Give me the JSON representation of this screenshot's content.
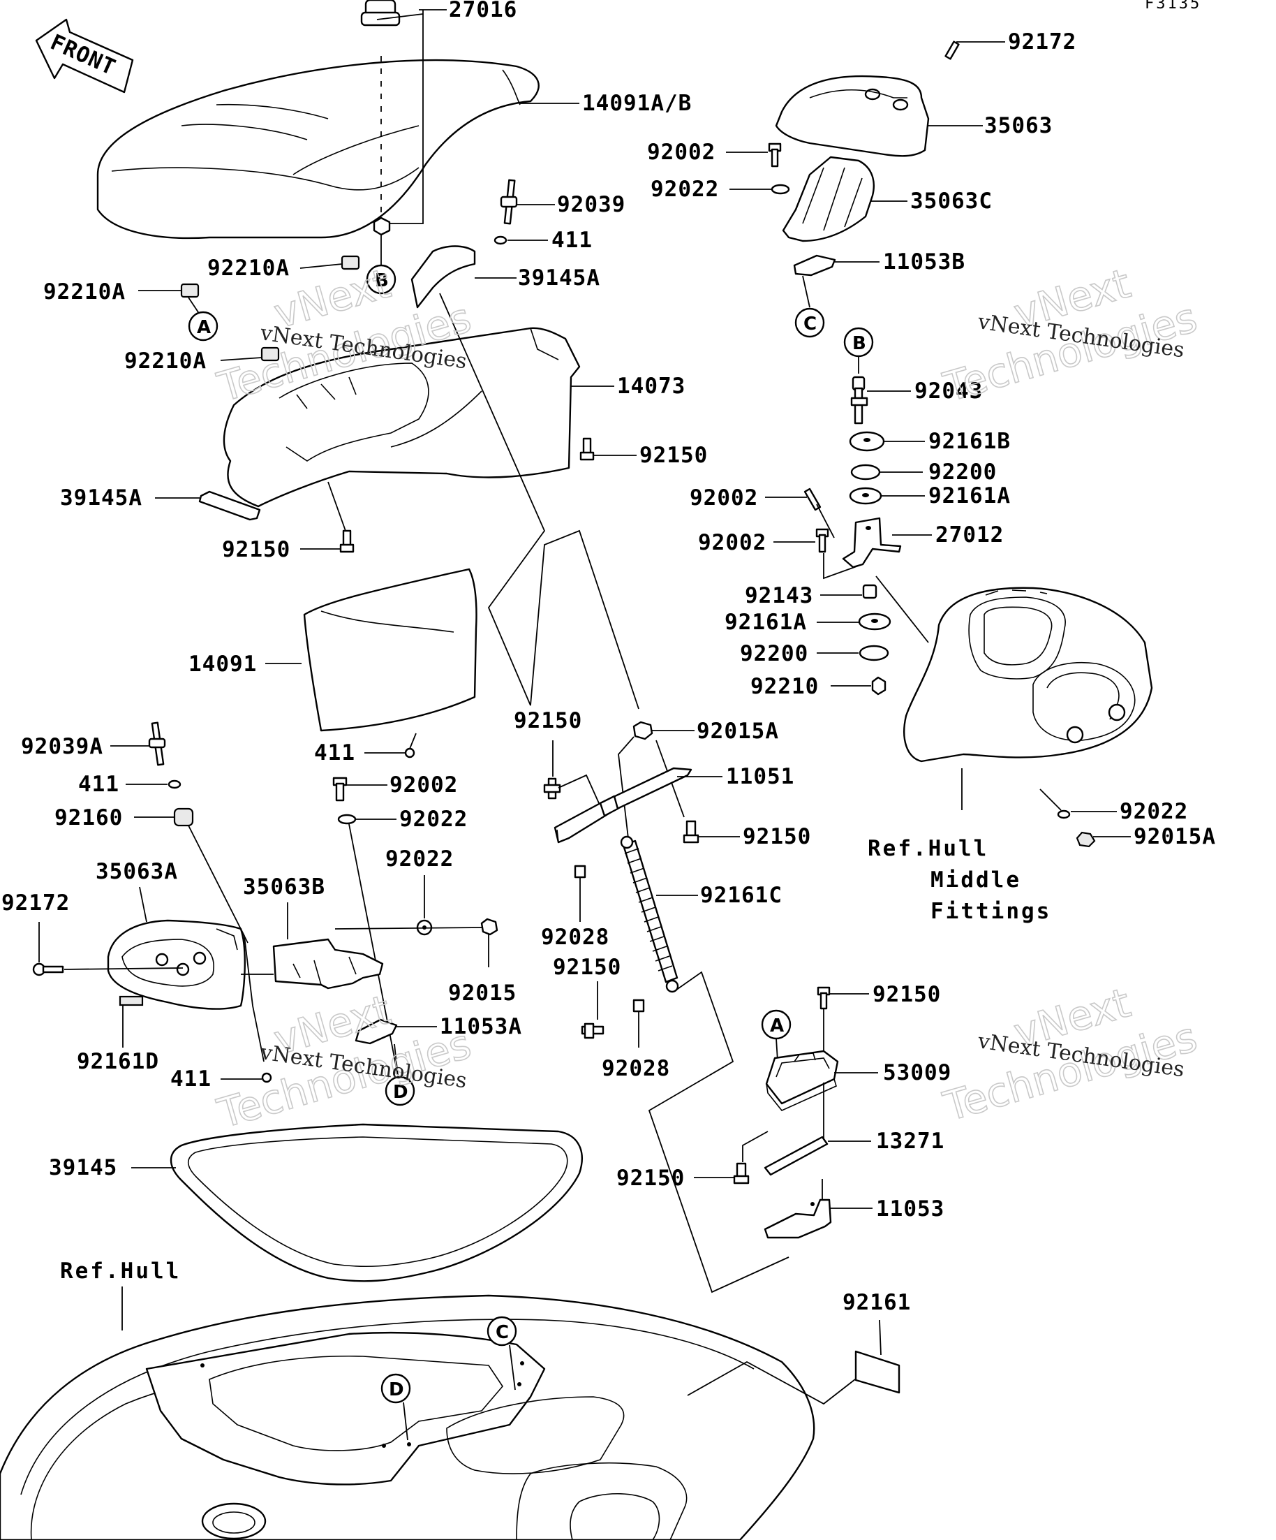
{
  "diagram": {
    "code": "F3135",
    "front_label": "FRONT",
    "watermark": {
      "line1": "vNext Technologies",
      "outline1": "vNext",
      "outline2": "Technologies"
    },
    "refs": {
      "hull": "Ref.Hull",
      "middle_1": "Ref.Hull",
      "middle_2": "Middle",
      "middle_3": "Fittings"
    },
    "callouts": {
      "a": "A",
      "b": "B",
      "c": "C",
      "d": "D"
    },
    "parts": {
      "p27016": "27016",
      "p14091ab": "14091A/B",
      "p92039": "92039",
      "p411_top": "411",
      "p39145a_top": "39145A",
      "p92210a_1": "92210A",
      "p92210a_2": "92210A",
      "p92210a_3": "92210A",
      "p14073": "14073",
      "p92150_a": "92150",
      "p39145a_bot": "39145A",
      "p92150_b": "92150",
      "p14091": "14091",
      "p411_mid": "411",
      "p92172_top": "92172",
      "p35063": "35063",
      "p92002_a": "92002",
      "p92022_a": "92022",
      "p35063c": "35063C",
      "p11053b": "11053B",
      "p92043": "92043",
      "p92161b": "92161B",
      "p92200_a": "92200",
      "p92161a_a": "92161A",
      "p92002_b": "92002",
      "p27012": "27012",
      "p92002_c": "92002",
      "p92143": "92143",
      "p92161a_b": "92161A",
      "p92200_b": "92200",
      "p92210": "92210",
      "p92150_c": "92150",
      "p92015a_a": "92015A",
      "p11051": "11051",
      "p92150_d": "92150",
      "p92161c": "92161C",
      "p92028_a": "92028",
      "p92150_e": "92150",
      "p92028_b": "92028",
      "p92022_d": "92022",
      "p92015a_b": "92015A",
      "p92039a": "92039A",
      "p411_left": "411",
      "p92160": "92160",
      "p35063a": "35063A",
      "p92172_left": "92172",
      "p92161d": "92161D",
      "p411_bot": "411",
      "p92002_e": "92002",
      "p92022_b": "92022",
      "p92022_c": "92022",
      "p35063b": "35063B",
      "p92015": "92015",
      "p11053a": "11053A",
      "p39145": "39145",
      "p92150_f": "92150",
      "p53009": "53009",
      "p13271": "13271",
      "p92150_g": "92150",
      "p11053": "11053",
      "p92161": "92161"
    }
  }
}
